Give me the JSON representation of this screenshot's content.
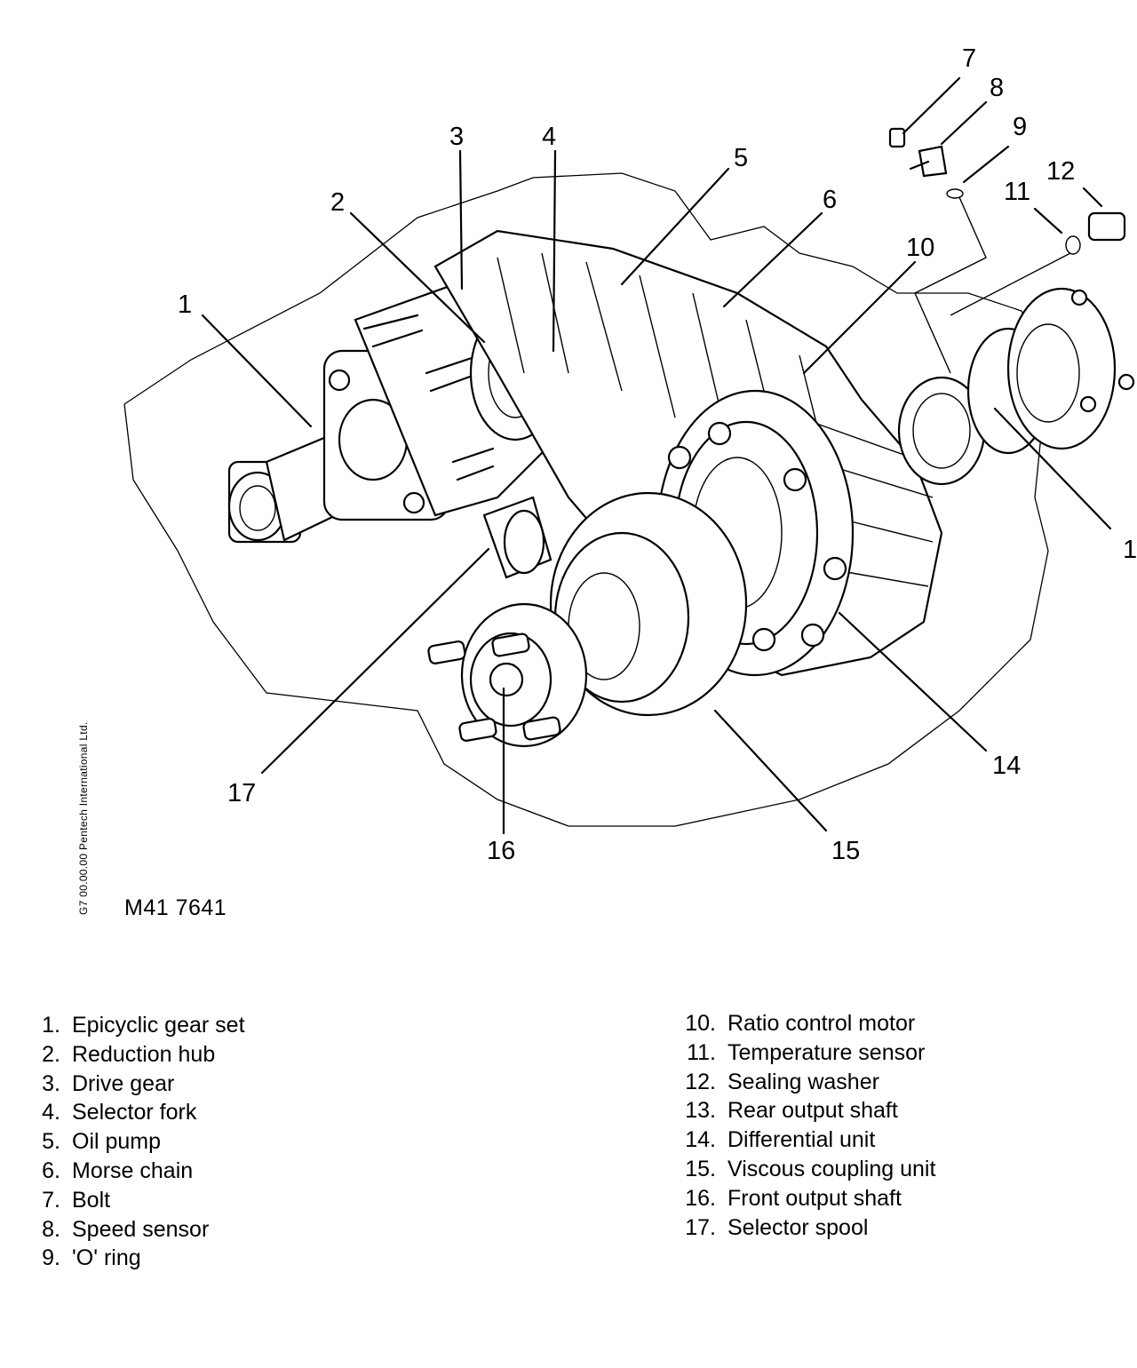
{
  "diagram": {
    "reference_code": "M41 7641",
    "side_text": "G7 00.00.00    Pentech International Ltd.",
    "callouts": [
      "1",
      "2",
      "3",
      "4",
      "5",
      "6",
      "7",
      "8",
      "9",
      "10",
      "11",
      "12",
      "1",
      "14",
      "15",
      "16",
      "17"
    ]
  },
  "legend_left": [
    {
      "num": "1.",
      "label": "Epicyclic gear set"
    },
    {
      "num": "2.",
      "label": "Reduction hub"
    },
    {
      "num": "3.",
      "label": "Drive gear"
    },
    {
      "num": "4.",
      "label": "Selector fork"
    },
    {
      "num": "5.",
      "label": "Oil pump"
    },
    {
      "num": "6.",
      "label": "Morse chain"
    },
    {
      "num": "7.",
      "label": "Bolt"
    },
    {
      "num": "8.",
      "label": "Speed sensor"
    },
    {
      "num": "9.",
      "label": "'O' ring"
    }
  ],
  "legend_right": [
    {
      "num": "10.",
      "label": "Ratio control motor"
    },
    {
      "num": "11.",
      "label": "Temperature sensor"
    },
    {
      "num": "12.",
      "label": "Sealing washer"
    },
    {
      "num": "13.",
      "label": "Rear output shaft"
    },
    {
      "num": "14.",
      "label": "Differential unit"
    },
    {
      "num": "15.",
      "label": "Viscous coupling unit"
    },
    {
      "num": "16.",
      "label": "Front output shaft"
    },
    {
      "num": "17.",
      "label": "Selector spool"
    }
  ]
}
